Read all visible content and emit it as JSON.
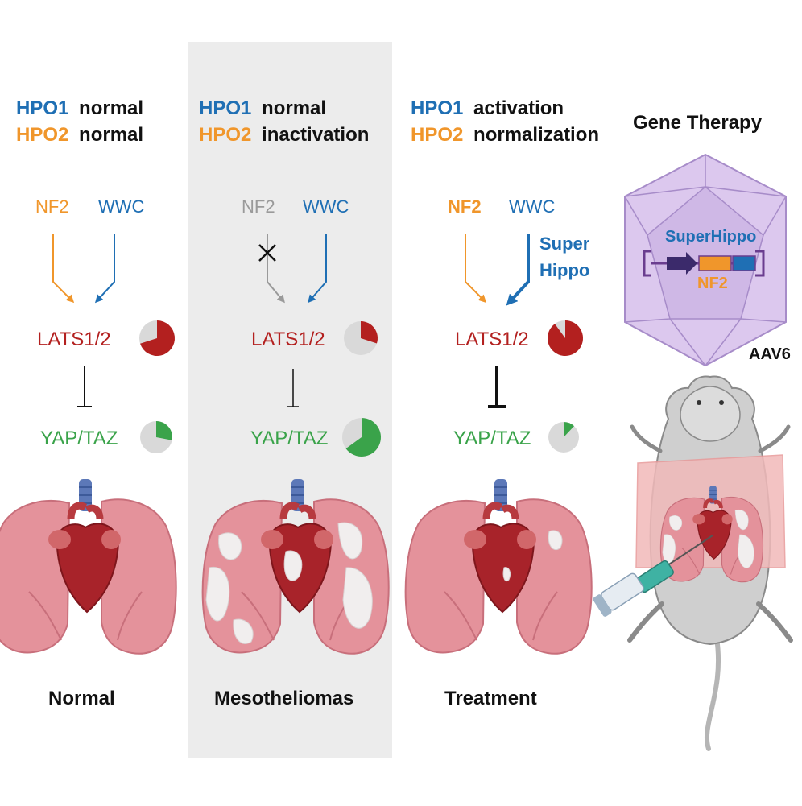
{
  "colors": {
    "hpo1": "#1f6fb4",
    "hpo2": "#f0962b",
    "nf2": "#f0962b",
    "wwc": "#1f6fb4",
    "lats": "#b3201f",
    "yap": "#3aa34a",
    "gray": "#9a9a9a",
    "panel_bg": "#ececec",
    "lung": "#e4929b",
    "heart": "#a8232a",
    "tumor": "#f1eeee",
    "capsid": "#c9b3e0"
  },
  "panels": [
    {
      "hpo1": "HPO1",
      "hpo1_state": "normal",
      "hpo2": "HPO2",
      "hpo2_state": "normal",
      "nf2": "NF2",
      "wwc": "WWC",
      "lats": "LATS1/2",
      "lats_level": 0.7,
      "yap": "YAP/TAZ",
      "yap_level": 0.28,
      "label": "Normal"
    },
    {
      "hpo1": "HPO1",
      "hpo1_state": "normal",
      "hpo2": "HPO2",
      "hpo2_state": "inactivation",
      "nf2": "NF2",
      "wwc": "WWC",
      "lats": "LATS1/2",
      "lats_level": 0.3,
      "yap": "YAP/TAZ",
      "yap_level": 0.65,
      "label": "Mesotheliomas"
    },
    {
      "hpo1": "HPO1",
      "hpo1_state": "activation",
      "hpo2": "HPO2",
      "hpo2_state": "normalization",
      "nf2": "NF2",
      "wwc": "WWC",
      "super1": "Super",
      "super2": "Hippo",
      "lats": "LATS1/2",
      "lats_level": 0.9,
      "yap": "YAP/TAZ",
      "yap_level": 0.12,
      "label": "Treatment"
    }
  ],
  "gene_therapy": {
    "title": "Gene Therapy",
    "construct_label": "SuperHippo",
    "nf2_label": "NF2",
    "capsid_label": "AAV6"
  },
  "icons": {
    "inhibit": "inhibition-bar-icon",
    "block": "cross-icon",
    "pie": "pie-level-icon",
    "lungs": "lungs-heart-icon",
    "mouse": "mouse-icon",
    "syringe": "syringe-icon",
    "virus": "icosahedron-capsid-icon"
  }
}
